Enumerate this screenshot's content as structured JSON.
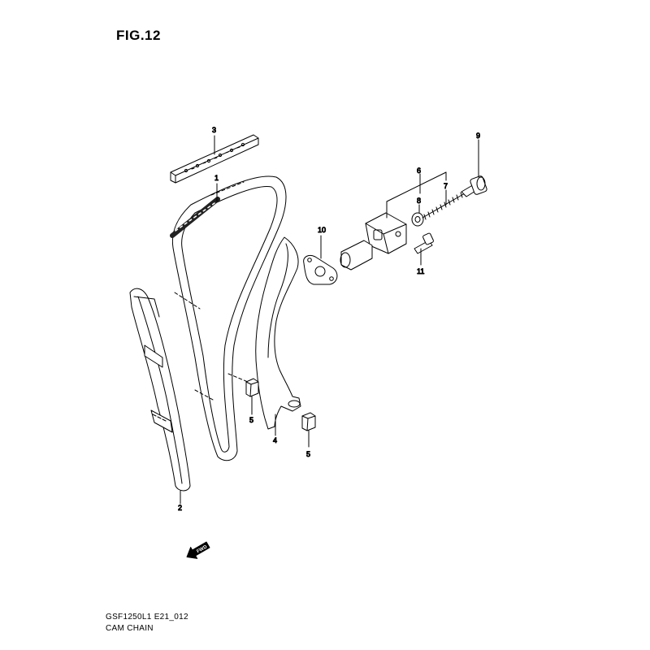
{
  "figure": {
    "title": "FIG.12",
    "model_code": "GSF1250L1 E21_012",
    "caption": "CAM CHAIN"
  },
  "callouts": [
    "1",
    "2",
    "3",
    "4",
    "5",
    "5",
    "6",
    "7",
    "8",
    "9",
    "10",
    "11"
  ],
  "direction_arrow": {
    "label": "FWD",
    "icon": "forward-arrow-icon"
  },
  "colors": {
    "line": "#000000",
    "background": "#ffffff"
  }
}
